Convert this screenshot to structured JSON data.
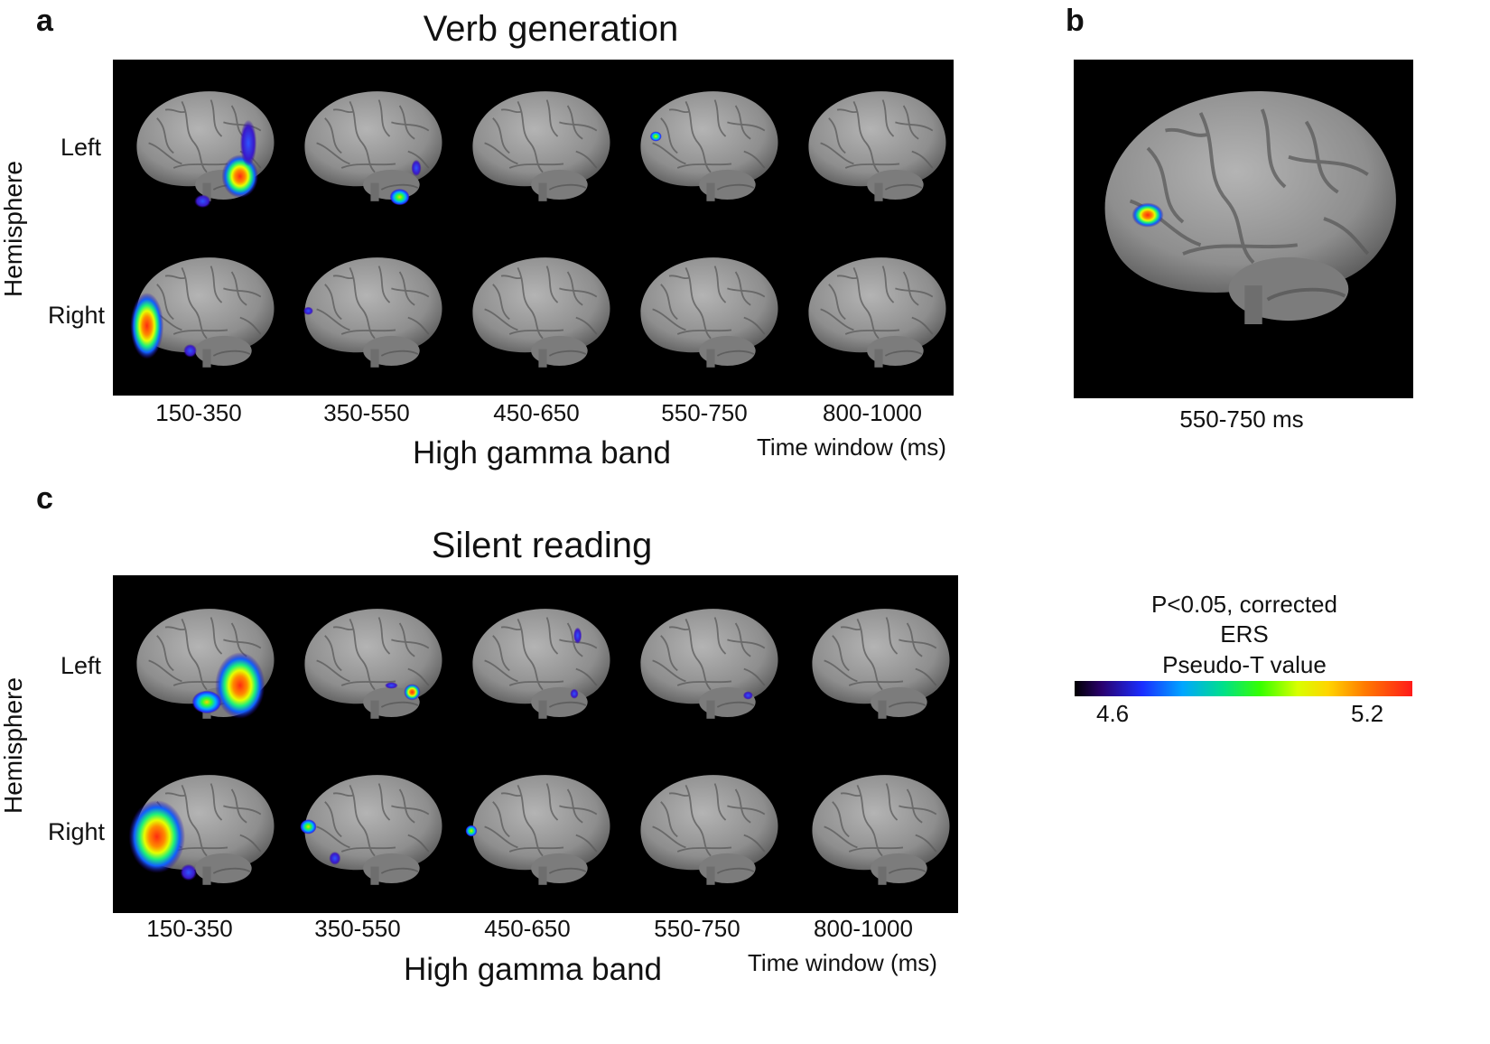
{
  "panels": {
    "a": {
      "letter": "a",
      "title": "Verb generation",
      "y_axis_label": "Hemisphere",
      "rows": [
        "Left",
        "Right"
      ],
      "time_windows": [
        "150-350",
        "350-550",
        "450-650",
        "550-750",
        "800-1000"
      ],
      "x_title": "High gamma band",
      "x_unit_label": "Time window (ms)"
    },
    "b": {
      "letter": "b",
      "caption": "550-750 ms"
    },
    "c": {
      "letter": "c",
      "title": "Silent reading",
      "y_axis_label": "Hemisphere",
      "rows": [
        "Left",
        "Right"
      ],
      "time_windows": [
        "150-350",
        "350-550",
        "450-650",
        "550-750",
        "800-1000"
      ],
      "x_title": "High gamma band",
      "x_unit_label": "Time window (ms)"
    }
  },
  "colorbar": {
    "line1": "P<0.05, corrected",
    "line2": "ERS",
    "line3": "Pseudo-T value",
    "min_label": "4.6",
    "max_label": "5.2"
  },
  "colors": {
    "background": "#000000",
    "brain": "#9a9a9a"
  }
}
